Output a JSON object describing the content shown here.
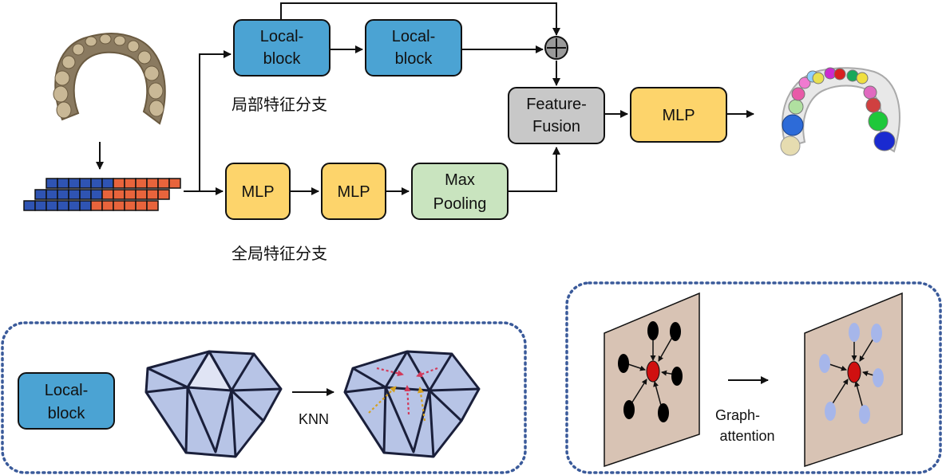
{
  "pipeline": {
    "local_block_1": [
      "Local-",
      "block"
    ],
    "local_block_2": [
      "Local-",
      "block"
    ],
    "local_branch_label": "局部特征分支",
    "mlp_1": "MLP",
    "mlp_2": "MLP",
    "max_pooling": [
      "Max",
      "Pooling"
    ],
    "global_branch_label": "全局特征分支",
    "feature_fusion": [
      "Feature-",
      "Fusion"
    ],
    "mlp_out": "MLP",
    "sum_symbol": "⊕"
  },
  "legend_local": {
    "box_label": [
      "Local-",
      "block"
    ],
    "knn_label": "KNN"
  },
  "legend_graph": {
    "label": [
      "Graph-",
      "attention"
    ]
  },
  "colors": {
    "local_block": "#4ba3d3",
    "mlp": "#fdd46b",
    "max_pooling": "#c9e4bf",
    "fusion": "#c8c8c8",
    "mesh": "#b7c4e6",
    "panel": "#d8c3b4",
    "point_cloud_blue": "#2f54b3",
    "point_cloud_orange": "#e8643c",
    "center_node": "#d01010",
    "dashed_border": "#3a5a9a"
  }
}
